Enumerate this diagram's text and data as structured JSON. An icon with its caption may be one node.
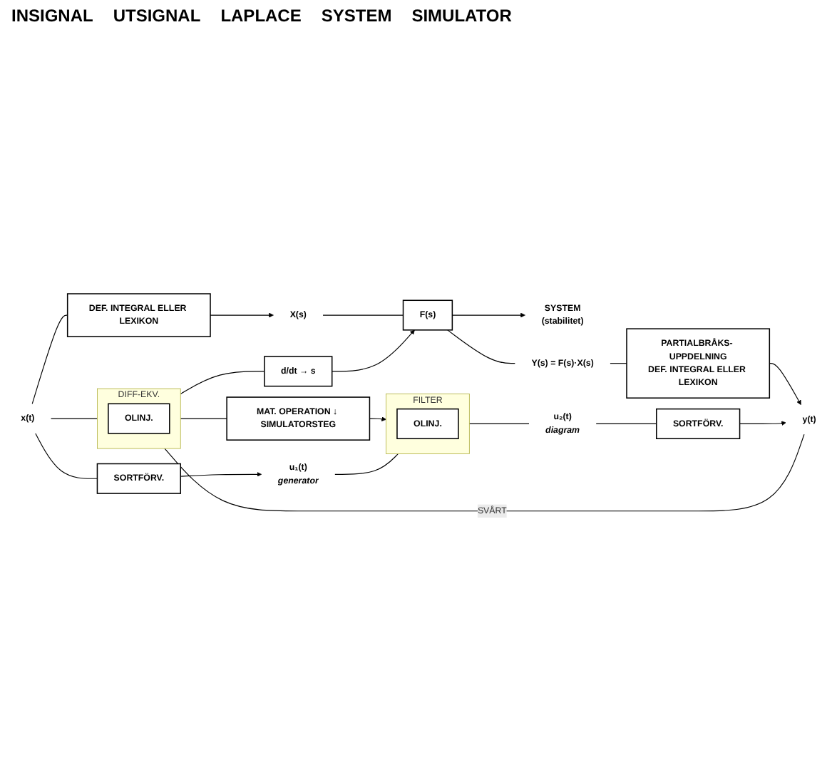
{
  "diagram": {
    "nodes": [
      {
        "text": [
          "SYSTEM",
          "(stabilitet)"
        ]
      },
      {
        "text": [
          "X(s)"
        ]
      },
      {
        "text": [
          "F(s)"
        ]
      },
      {
        "text": [
          "Y(s) = F(s)·X(s)"
        ]
      },
      {
        "text": [
          "DEF. INTEGRAL ELLER LEXIKON"
        ]
      },
      {
        "text": [
          "d/dt → s"
        ]
      },
      {
        "text": [
          "PARTIALBRÅKS- UPPDELNING",
          "DEF. INTEGRAL ELLER LEXIKON"
        ]
      },
      {
        "text": [
          "x(t)"
        ]
      },
      {
        "text": [
          "DIFF-EKV."
        ]
      },
      {
        "text": [
          "OLINJ."
        ],
        "in": 8
      },
      {
        "text": [
          "y(t)"
        ]
      },
      {
        "text": [
          "SORTFÖRV."
        ]
      },
      {
        "text": [
          "MAT. OPERATION ↓ SIMULATORSTEG"
        ]
      },
      {
        "text": [
          "SORTFÖRV."
        ]
      },
      {
        "text": [
          "u₁(t)"
        ],
        "beside": [
          "generator"
        ]
      },
      {
        "text": [
          "FILTER"
        ]
      },
      {
        "text": [
          "OLINJ."
        ],
        "in": 15
      },
      {
        "text": [
          "u₂(t)"
        ],
        "beside": [
          "diagram"
        ]
      }
    ],
    "edges": [
      {
        "from": 2,
        "to": 0,
        "arrow": "to"
      },
      {
        "from": 1,
        "to": 2,
        "arrow": "none"
      },
      {
        "from": 2,
        "to": 3,
        "arrow": "none"
      },
      {
        "from": 4,
        "to": 1,
        "arrow": "to"
      },
      {
        "from": 5,
        "to": 2,
        "arrow": "to"
      },
      {
        "from": 3,
        "to": 6,
        "arrow": "none"
      },
      {
        "from": 7,
        "to": 4,
        "arrow": "none"
      },
      {
        "from": 8,
        "to": 5,
        "arrow": "none"
      },
      {
        "from": 6,
        "to": 10,
        "arrow": "to"
      },
      {
        "from": 7,
        "to": 8,
        "arrow": "none"
      },
      {
        "from": 8,
        "to": 10,
        "arrow": "none",
        "label": "SVÅRT"
      },
      {
        "from": 7,
        "to": 11,
        "arrow": "none"
      },
      {
        "from": 8,
        "to": 12,
        "arrow": "none"
      },
      {
        "from": 13,
        "to": 10,
        "arrow": "to"
      },
      {
        "from": 11,
        "to": 14,
        "arrow": "to"
      },
      {
        "from": 12,
        "to": 15,
        "arrow": "to"
      },
      {
        "from": 17,
        "to": 13,
        "arrow": "none"
      },
      {
        "from": 14,
        "to": 15,
        "arrow": "none"
      },
      {
        "from": 15,
        "to": 17,
        "arrow": "none"
      }
    ],
    "labels": [
      "INSIGNAL",
      "UTSIGNAL",
      "LAPLACE",
      "SYSTEM",
      "SIMULATOR"
    ]
  }
}
